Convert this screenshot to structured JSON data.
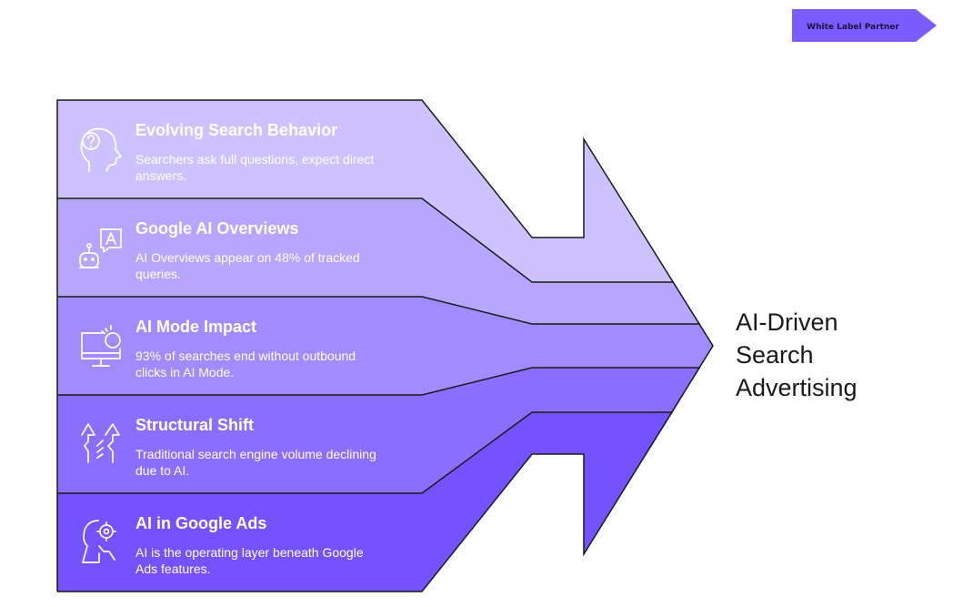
{
  "badge": {
    "label": "White Label Partner",
    "color": "#7b5cff"
  },
  "rows": [
    {
      "title": "Evolving Search Behavior",
      "description": [
        "Searchers ask full questions, expect direct",
        "answers."
      ],
      "icon": "head-question-icon",
      "color": "#cdc2ff"
    },
    {
      "title": "Google AI Overviews",
      "description": [
        "AI Overviews appear on 48% of tracked",
        "queries."
      ],
      "icon": "robot-chat-icon",
      "color": "#b6a6ff"
    },
    {
      "title": "AI Mode Impact",
      "description": [
        "93% of searches end without outbound",
        "clicks in AI Mode."
      ],
      "icon": "monitor-alert-icon",
      "color": "#a08bff"
    },
    {
      "title": "Structural Shift",
      "description": [
        "Traditional search engine volume declining",
        "due to AI."
      ],
      "icon": "broken-arrows-icon",
      "color": "#8a6fff"
    },
    {
      "title": "AI in Google Ads",
      "description": [
        "AI is the operating layer beneath Google",
        "Ads features."
      ],
      "icon": "head-gears-icon",
      "color": "#7552ff"
    }
  ],
  "result": {
    "lines": [
      "AI-Driven",
      "Search",
      "Advertising"
    ]
  }
}
